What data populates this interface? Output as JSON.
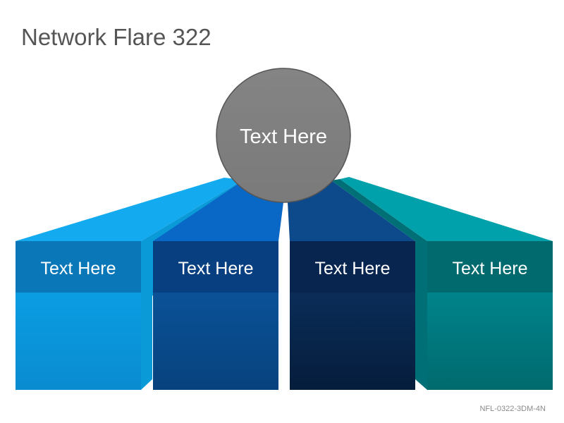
{
  "title": "Network Flare 322",
  "hub": {
    "label": "Text Here"
  },
  "columns": [
    {
      "label": "Text Here",
      "color": "#0e9ee4"
    },
    {
      "label": "Text Here",
      "color": "#0a4f96"
    },
    {
      "label": "Text Here",
      "color": "#0b2c58"
    },
    {
      "label": "Text Here",
      "color": "#00878c"
    }
  ],
  "code": "NFL-0322-3DM-4N"
}
